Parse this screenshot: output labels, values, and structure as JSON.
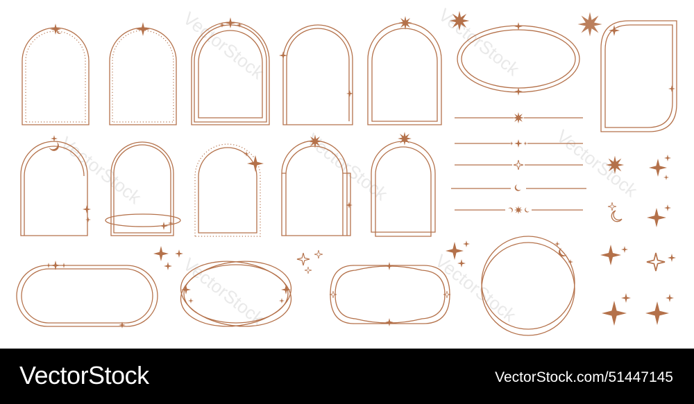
{
  "footer": {
    "brand": "VectorStock",
    "image_id": "VectorStock.com/51447145"
  },
  "watermark": {
    "text": "VectorStock"
  },
  "colors": {
    "line": "#b4714a",
    "background": "#ffffff",
    "footer_bg": "#000000",
    "footer_text": "#ffffff"
  },
  "icons": [
    "star-icon",
    "sparkle-icon",
    "crescent-moon-icon",
    "sunburst-icon"
  ]
}
